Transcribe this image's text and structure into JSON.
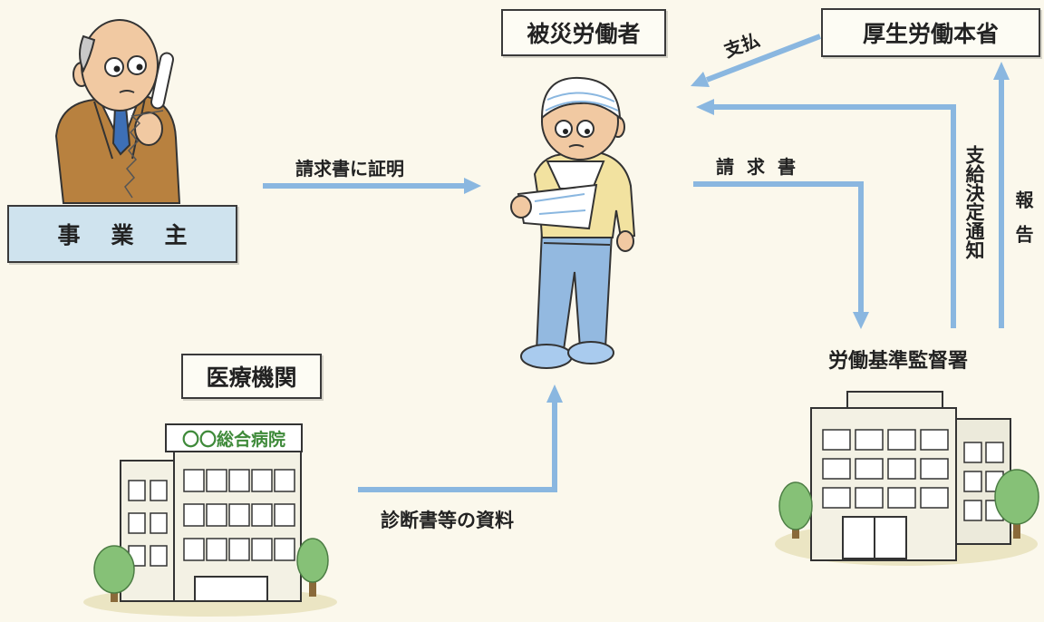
{
  "diagram": {
    "nodes": {
      "injured_worker": "被災労働者",
      "ministry": "厚生労働本省",
      "employer": "事業主",
      "medical_institution": "医療機関",
      "labor_office": "労働基準監督署",
      "hospital_sign": "〇〇総合病院"
    },
    "flows": {
      "certification": "請求書に証明",
      "claim": "請求書",
      "payment": "支払",
      "decision_notice": "支給決定通知",
      "report": "報告",
      "documents": "診断書等の資料"
    }
  },
  "colors": {
    "background": "#fbf8ec",
    "arrow": "#8ab7e0",
    "employer_box": "#cfe3ee",
    "suit": "#b8813f",
    "shirt": "#f2e2a0",
    "jeans": "#93b9e0",
    "hospital_sign_text": "#3f8a3a",
    "tree": "#86c177"
  }
}
